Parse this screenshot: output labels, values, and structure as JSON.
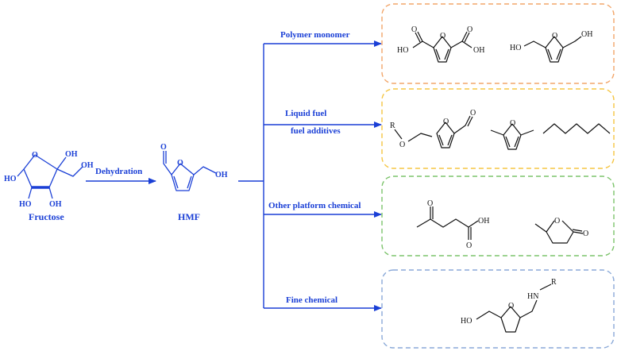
{
  "start": {
    "name": "Fructose",
    "atoms": {
      "o": "O",
      "oh": "OH",
      "ho": "HO"
    }
  },
  "step": {
    "label": "Dehydration"
  },
  "hmf": {
    "name": "HMF",
    "atoms": {
      "o": "O",
      "oh": "OH"
    }
  },
  "branches": [
    {
      "label": "Polymer monomer",
      "atoms": {
        "o": "O",
        "oh": "OH",
        "ho": "HO"
      }
    },
    {
      "label": "Liquid fuel",
      "label2": "fuel additives",
      "atoms": {
        "r": "R",
        "o": "O"
      }
    },
    {
      "label": "Other platform chemical",
      "atoms": {
        "o": "O",
        "oh": "OH"
      }
    },
    {
      "label": "Fine chemical",
      "atoms": {
        "o": "O",
        "ho": "HO",
        "hn": "HN",
        "r": "R"
      }
    }
  ],
  "colors": {
    "main": "#1a3fd6",
    "box_polymer": "#f2a66a",
    "box_fuel": "#f5c542",
    "box_platform": "#7cc36b",
    "box_fine": "#8aa9d8",
    "structure": "#111111"
  }
}
